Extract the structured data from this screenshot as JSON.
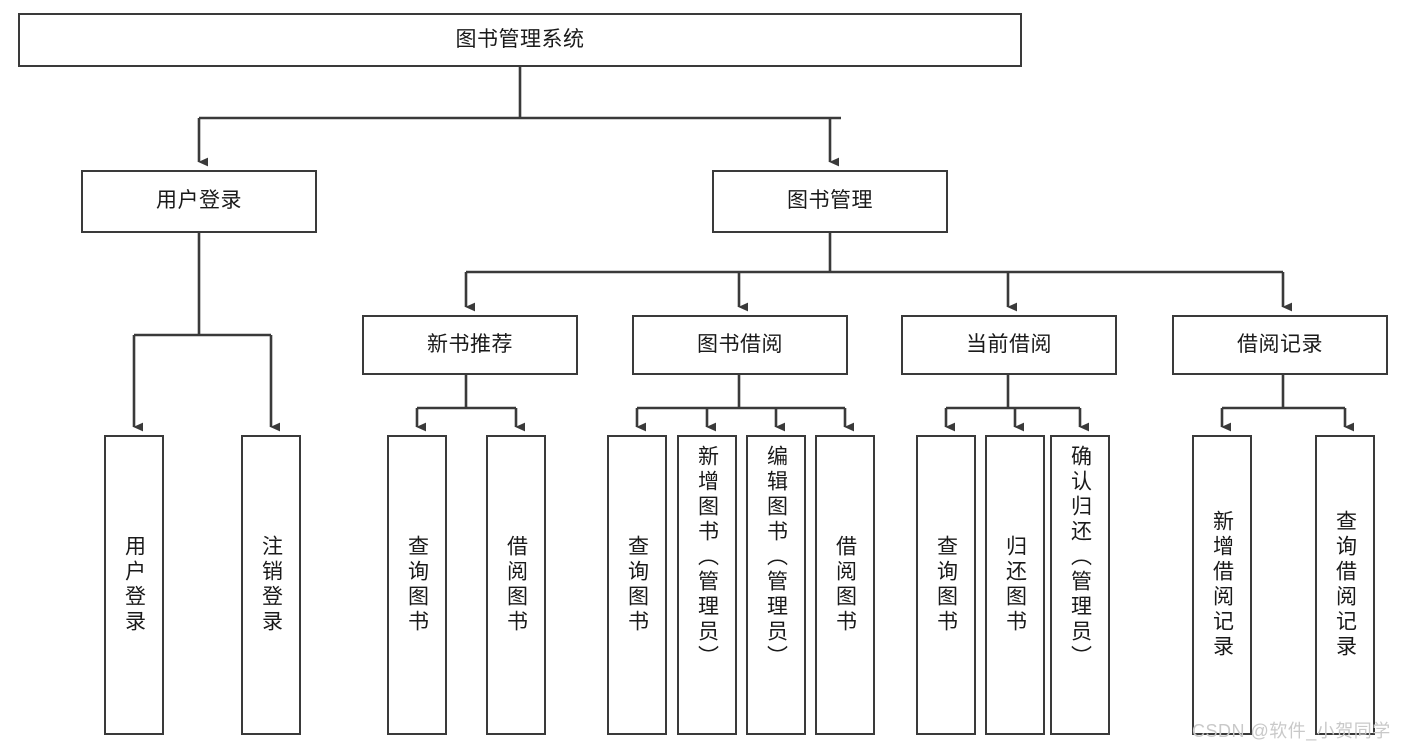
{
  "diagram": {
    "title": "图书管理系统",
    "type": "tree",
    "root": {
      "label": "图书管理系统"
    },
    "level1": [
      {
        "label": "用户登录"
      },
      {
        "label": "图书管理"
      }
    ],
    "level2": [
      {
        "label": "新书推荐",
        "parent": "图书管理"
      },
      {
        "label": "图书借阅",
        "parent": "图书管理"
      },
      {
        "label": "当前借阅",
        "parent": "图书管理"
      },
      {
        "label": "借阅记录",
        "parent": "图书管理"
      }
    ],
    "leaves": {
      "user_login": [
        {
          "label": "用户登录"
        },
        {
          "label": "注销登录"
        }
      ],
      "new_book_recommend": [
        {
          "label": "查询图书"
        },
        {
          "label": "借阅图书"
        }
      ],
      "book_borrow": [
        {
          "label": "查询图书"
        },
        {
          "label": "新增图书（管理员）"
        },
        {
          "label": "编辑图书（管理员）"
        },
        {
          "label": "借阅图书"
        }
      ],
      "current_borrow": [
        {
          "label": "查询图书"
        },
        {
          "label": "归还图书"
        },
        {
          "label": "确认归还（管理员）"
        }
      ],
      "borrow_record": [
        {
          "label": "新增借阅记录"
        },
        {
          "label": "查询借阅记录"
        }
      ]
    }
  },
  "watermark": {
    "text": "CSDN @软件_小贺同学"
  },
  "colors": {
    "stroke": "#3a3a3a",
    "text": "#1a1a1a",
    "background": "#ffffff",
    "watermark": "#c9c9c9"
  }
}
